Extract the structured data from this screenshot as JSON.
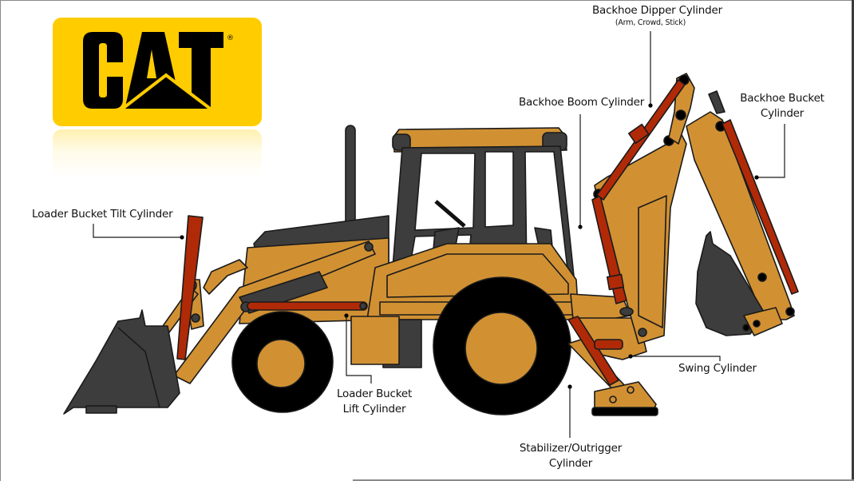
{
  "logo": {
    "brand": "CAT",
    "registered_mark": "®",
    "background_color": "#ffcc00",
    "text_color": "#000000"
  },
  "diagram": {
    "subject": "Backhoe loader hydraulic cylinders",
    "colors": {
      "body": "#d19133",
      "cylinder": "#b02a08",
      "dark_parts": "#3d3d3d",
      "tire": "#000000",
      "outline": "#1a1a1a"
    },
    "labels": [
      {
        "id": "backhoe-dipper-cylinder",
        "title": "Backhoe Dipper Cylinder",
        "subtitle": "(Arm, Crowd, Stick)"
      },
      {
        "id": "backhoe-boom-cylinder",
        "title": "Backhoe Boom Cylinder"
      },
      {
        "id": "backhoe-bucket-cylinder",
        "title": "Backhoe Bucket",
        "title2": "Cylinder"
      },
      {
        "id": "loader-bucket-tilt-cylinder",
        "title": "Loader Bucket Tilt Cylinder"
      },
      {
        "id": "loader-bucket-lift-cylinder",
        "title": "Loader Bucket",
        "title2": "Lift Cylinder"
      },
      {
        "id": "swing-cylinder",
        "title": "Swing Cylinder"
      },
      {
        "id": "stabilizer-outrigger-cylinder",
        "title": "Stabilizer/Outrigger",
        "title2": "Cylinder"
      }
    ]
  }
}
